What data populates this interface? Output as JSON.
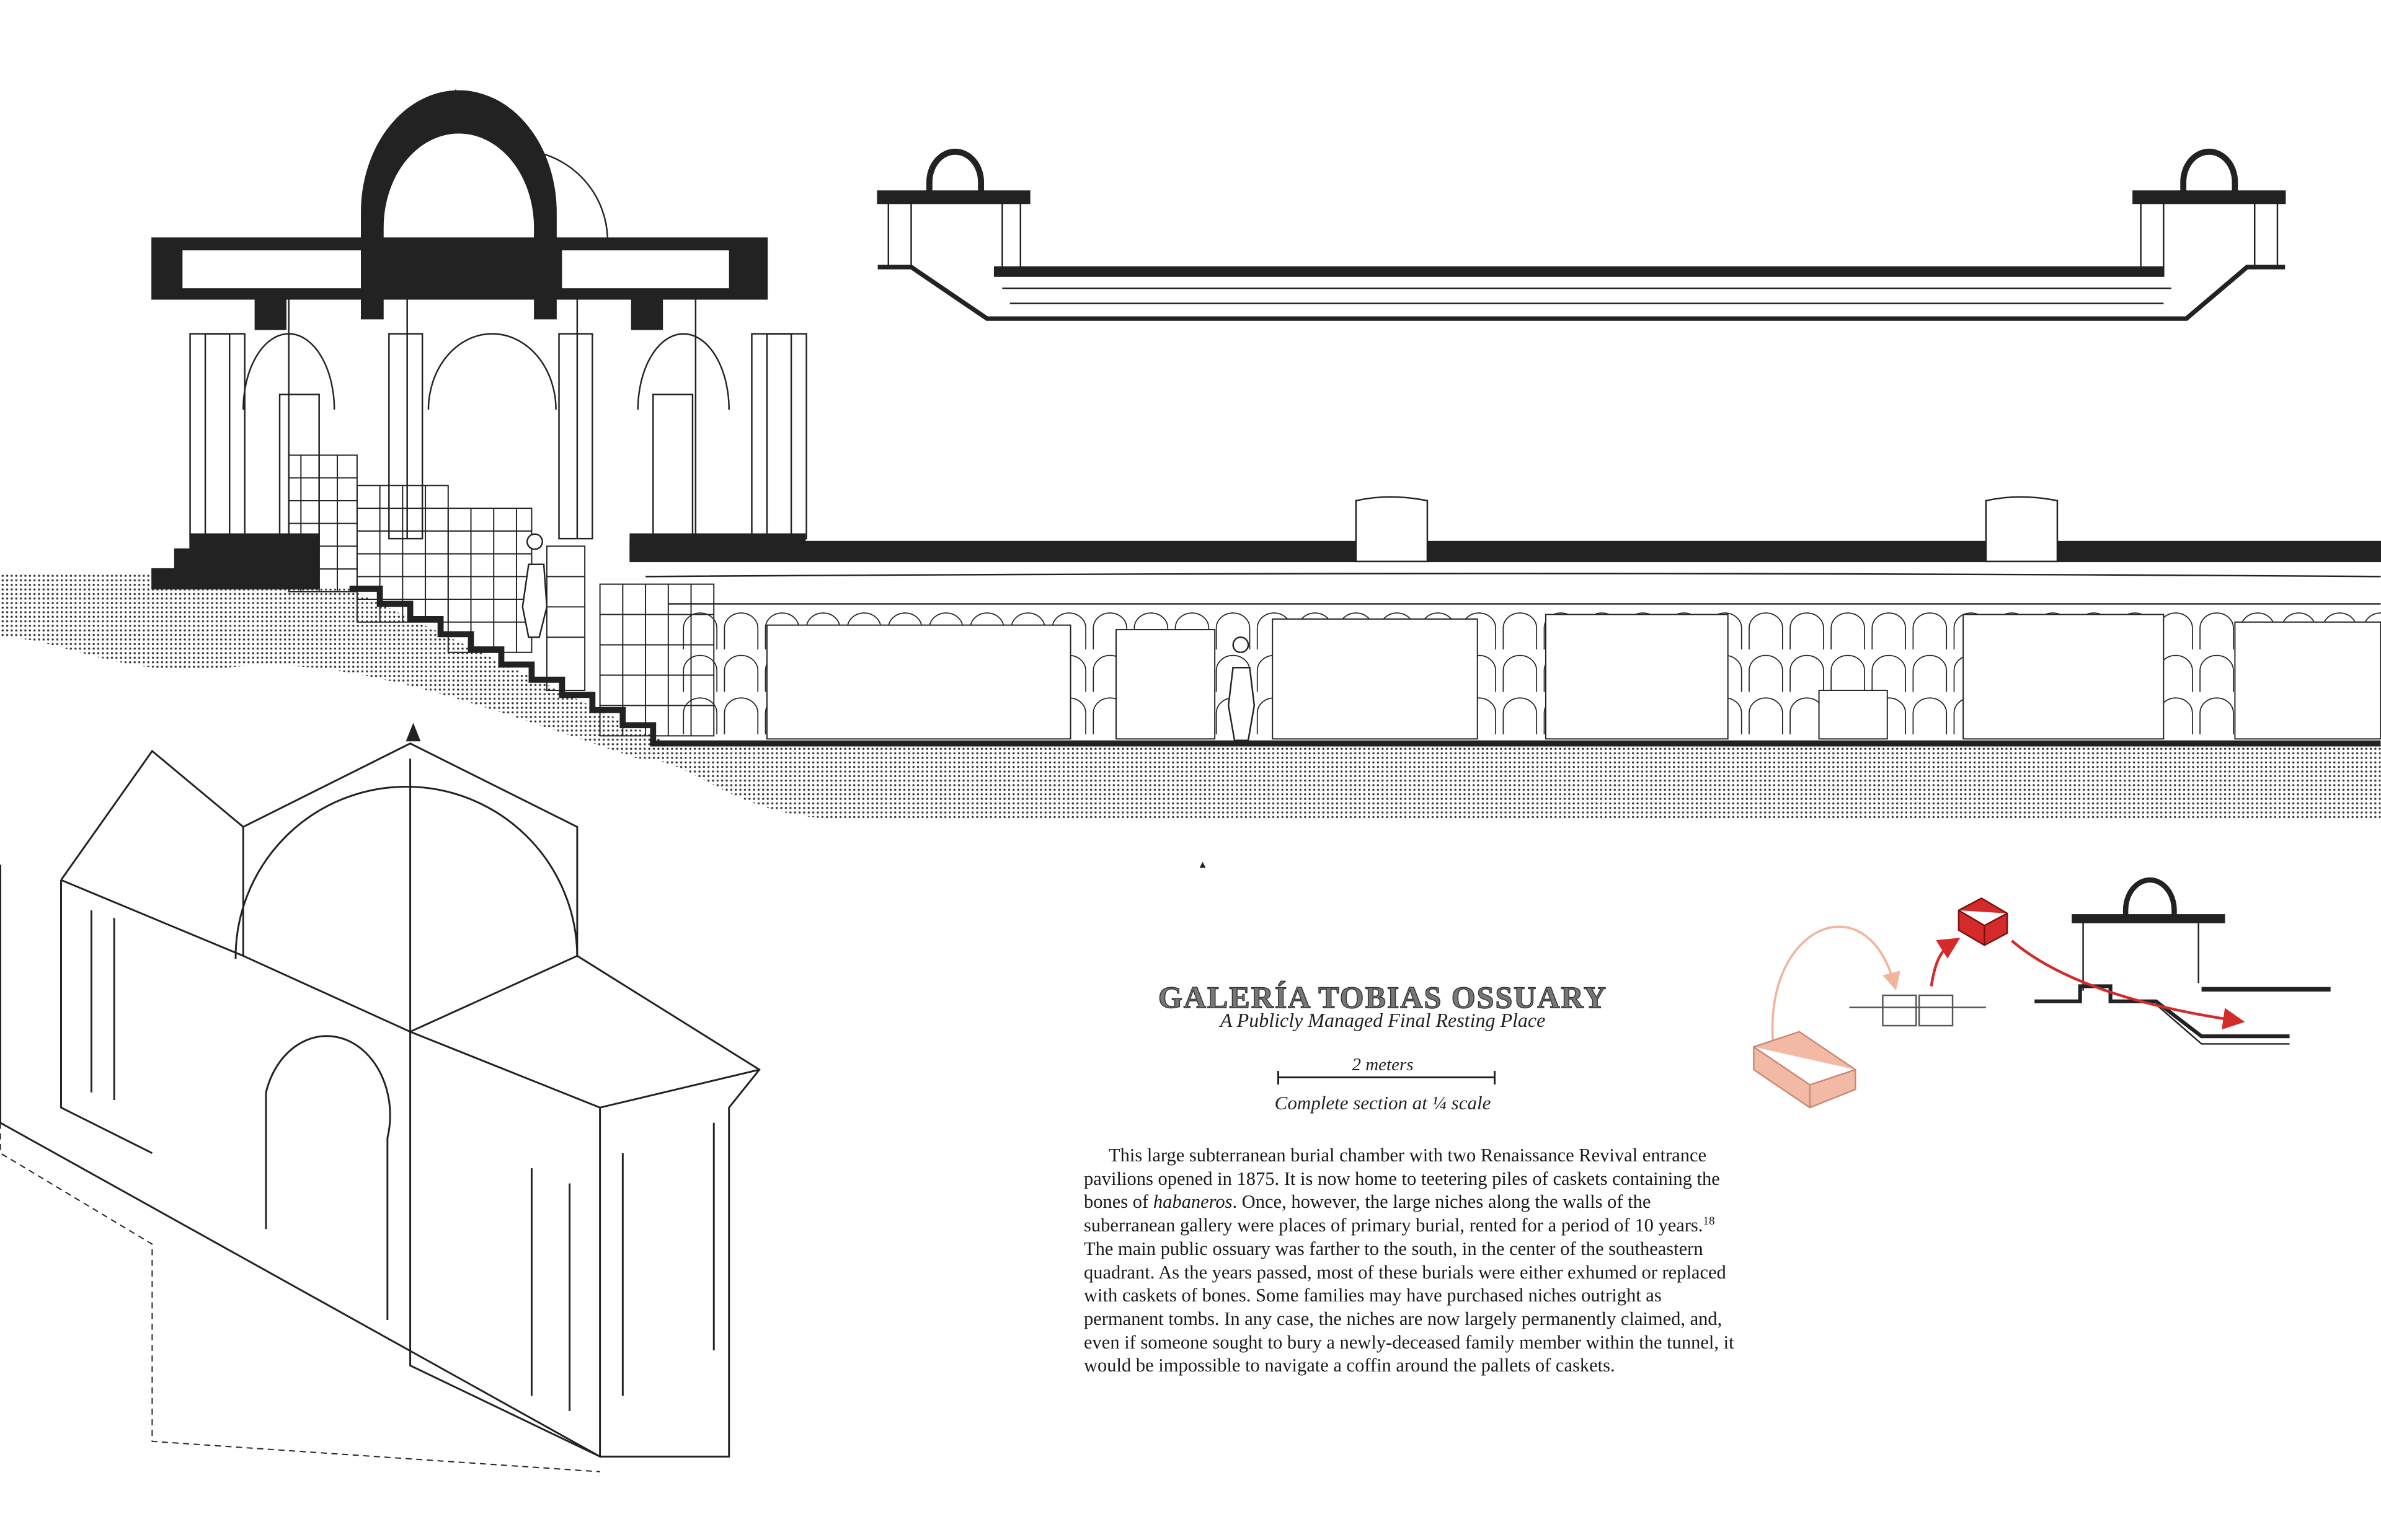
{
  "title": "GALERÍA TOBIAS OSSUARY",
  "subtitle": "A Publicly Managed Final Resting Place",
  "scale": {
    "bar_label": "2 meters",
    "note": "Complete section at ¼ scale"
  },
  "body": {
    "part1": "This large subterranean burial chamber with two Renaissance Revival entrance pavilions opened in 1875. It is now home to teetering piles of caskets containing the bones of ",
    "italic": "habaneros",
    "part2": ". Once, however, the large niches along the walls of the suberranean gallery were places of primary burial, rented for a period of 10 years.",
    "footnote": "18",
    "part3": " The main public ossuary was farther to the south, in the center of the southeastern quadrant. As the years passed, most of these burials were either exhumed or replaced with caskets of bones. Some families may have purchased niches outright as permanent tombs. In any case, the niches are now largely permanently claimed, and, even if someone sought to bury a newly-deceased family member within the tunnel, it would be impossible to navigate a coffin around the pallets of caskets."
  },
  "colors": {
    "ink": "#1a1a1a",
    "accent_red": "#d42a2a",
    "casket_pink": "#f2b9a4",
    "arrow_pink": "#f0b59c"
  }
}
